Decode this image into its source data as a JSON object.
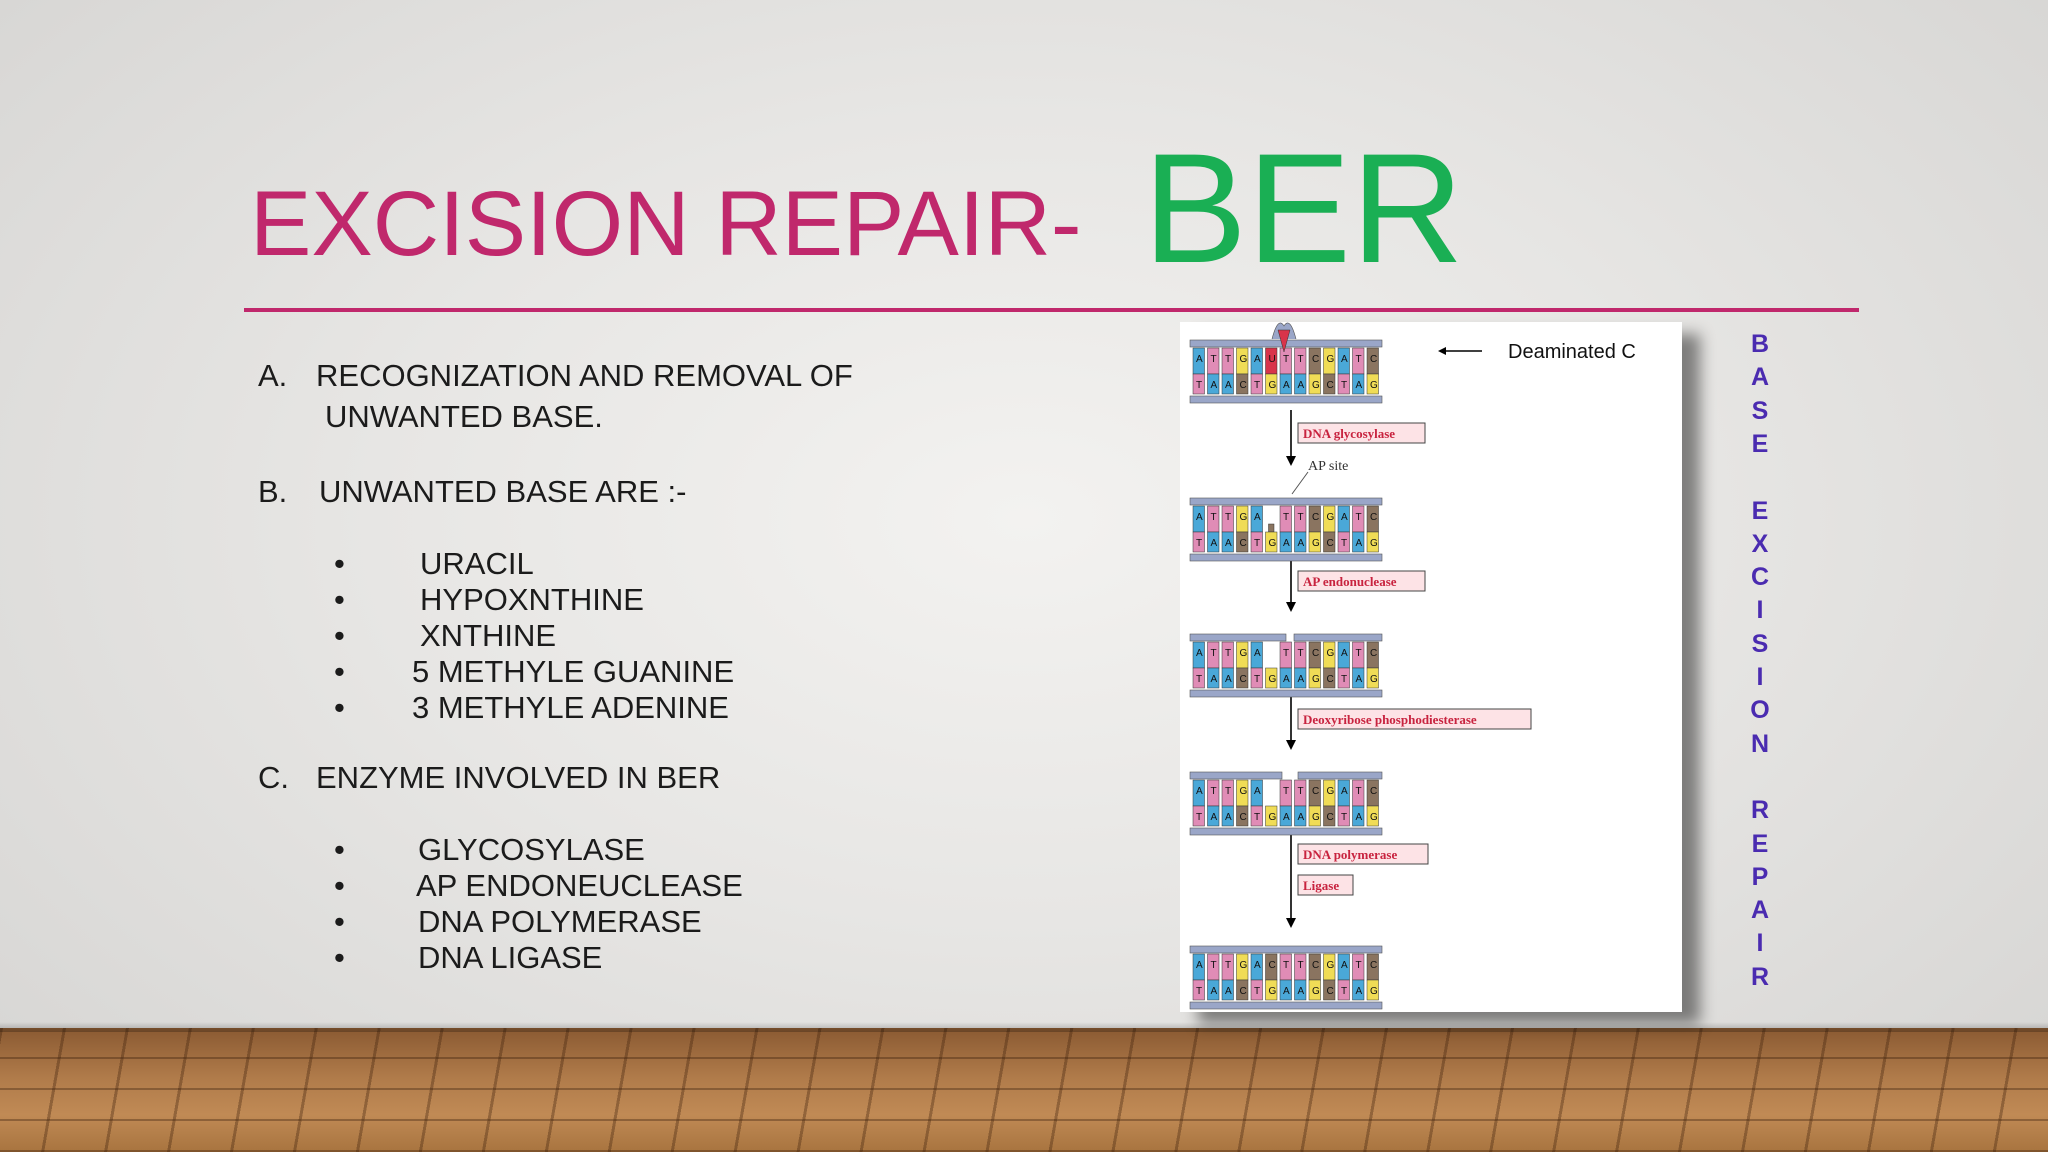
{
  "slide": {
    "title_main": "EXCISION REPAIR-",
    "title_accent": "BER",
    "colors": {
      "title": "#c0286c",
      "accent": "#1aaf54",
      "vertical_text": "#4a2bb0"
    },
    "sections": [
      {
        "marker": "A.",
        "text_line1": "RECOGNIZATION AND REMOVAL OF",
        "text_line2": "UNWANTED BASE."
      },
      {
        "marker": "B.",
        "text": "UNWANTED BASE ARE :-",
        "bullets": [
          "URACIL",
          "HYPOXNTHINE",
          "XNTHINE",
          "5 METHYLE GUANINE",
          "3 METHYLE ADENINE"
        ]
      },
      {
        "marker": "C.",
        "text": "ENZYME INVOLVED IN BER",
        "bullets": [
          "GLYCOSYLASE",
          "AP ENDONEUCLEASE",
          "DNA POLYMERASE",
          "DNA LIGASE"
        ]
      }
    ],
    "bullet_char": "•",
    "figure": {
      "label_top": "Deaminated C",
      "ap_site": "AP site",
      "enzymes": [
        "DNA glycosylase",
        "AP endonuclease",
        "Deoxyribose phosphodiesterase",
        "DNA polymerase",
        "Ligase"
      ],
      "top_strand": [
        "A",
        "T",
        "T",
        "G",
        "A",
        "U",
        "T",
        "T",
        "C",
        "G",
        "A",
        "T",
        "C"
      ],
      "bottom_strand": [
        "T",
        "A",
        "A",
        "C",
        "T",
        "G",
        "A",
        "A",
        "G",
        "C",
        "T",
        "A",
        "G"
      ]
    },
    "vertical_words": [
      "BASE",
      "EXCISION",
      "REPAIR"
    ]
  }
}
